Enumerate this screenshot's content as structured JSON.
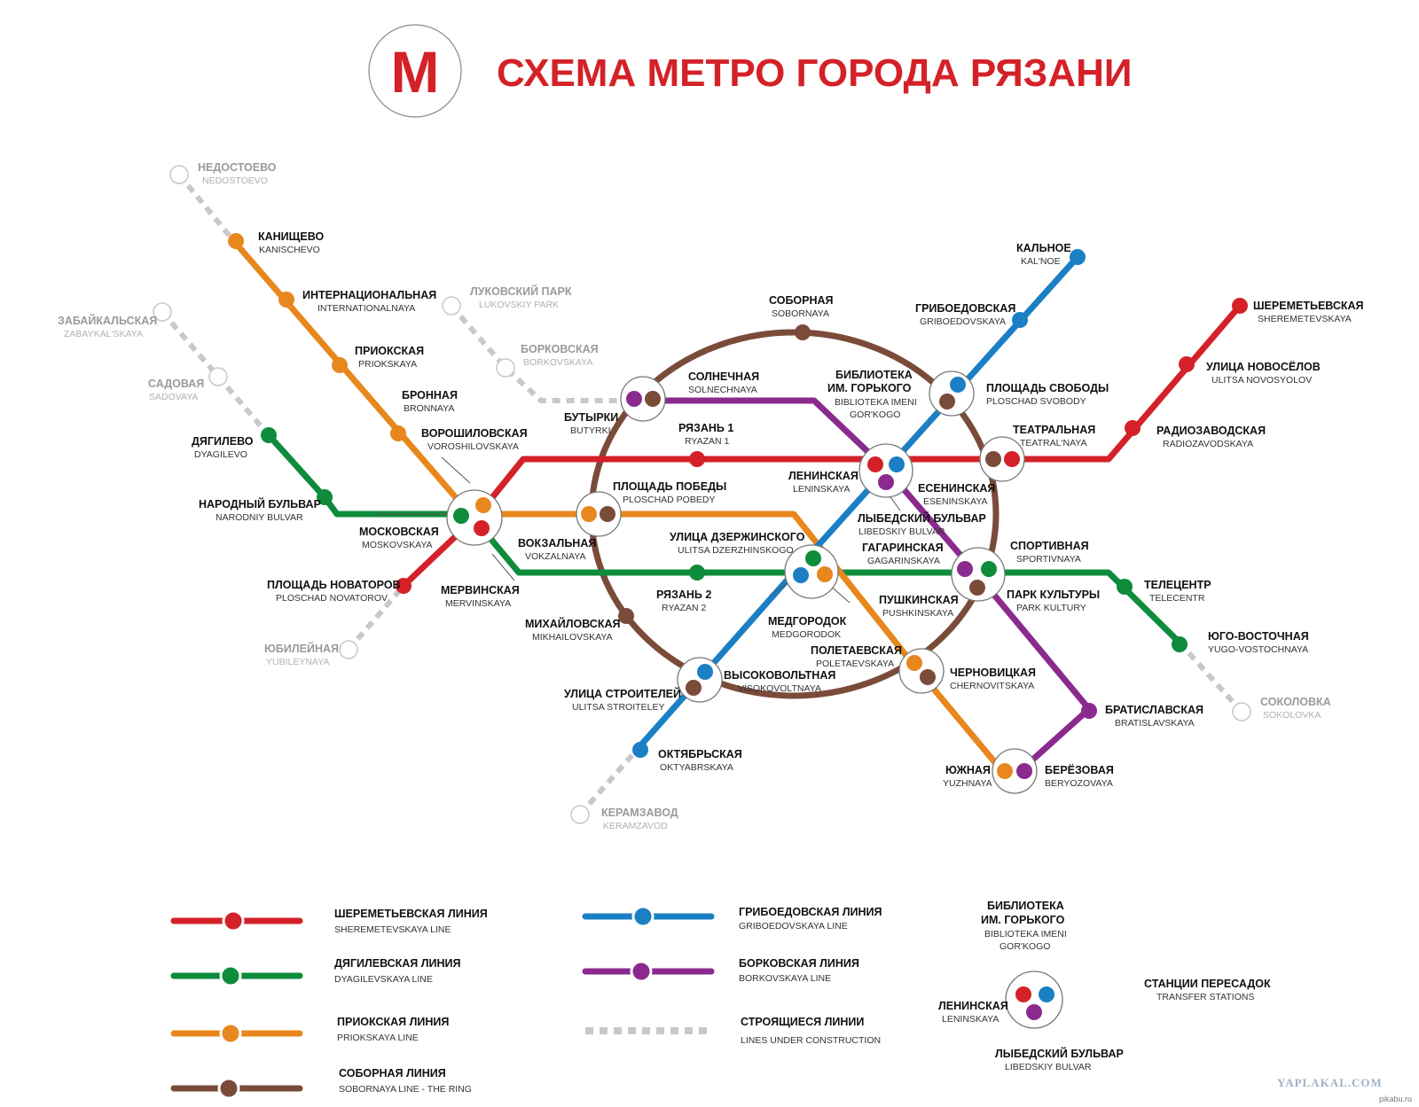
{
  "title": "СХЕМА МЕТРО ГОРОДА РЯЗАНИ",
  "logo_letter": "M",
  "colors": {
    "sheremetevskaya": "#d42128",
    "dyagilevskaya": "#0e8c3c",
    "priokskaya": "#e8871e",
    "soborna": "#7b4b3a",
    "griboedovskaya": "#1b7fc4",
    "borkovskaya": "#8a2a8e",
    "construction": "#c8c8c8"
  },
  "stations": {
    "nedostoevo": {
      "ru": "НЕДОСТОЕВО",
      "en": "NEDOSTOEVO"
    },
    "kanischevo": {
      "ru": "КАНИЩЕВО",
      "en": "KANISCHEVO"
    },
    "internatsionalnaya": {
      "ru": "ИНТЕРНАЦИОНАЛЬНАЯ",
      "en": "INTERNATIONALNAYA"
    },
    "priokskaya": {
      "ru": "ПРИОКСКАЯ",
      "en": "PRIOKSKAYA"
    },
    "bronnaya": {
      "ru": "БРОННАЯ",
      "en": "BRONNAYA"
    },
    "voroshilovskaya": {
      "ru": "ВОРОШИЛОВСКАЯ",
      "en": "VOROSHILOVSKAYA"
    },
    "zabaykalskaya": {
      "ru": "ЗАБАЙКАЛЬСКАЯ",
      "en": "ZABAYKAL'SKAYA"
    },
    "sadovaya": {
      "ru": "САДОВАЯ",
      "en": "SADOVAYA"
    },
    "dyagilevo": {
      "ru": "ДЯГИЛЕВО",
      "en": "DYAGILEVO"
    },
    "narodniy": {
      "ru": "НАРОДНЫЙ БУЛЬВАР",
      "en": "NARODNIY BULVAR"
    },
    "moskovskaya": {
      "ru": "МОСКОВСКАЯ",
      "en": "MOSKOVSKAYA"
    },
    "novatorov": {
      "ru": "ПЛОЩАДЬ НОВАТОРОВ",
      "en": "PLOSCHAD NOVATOROV"
    },
    "yubileynaya": {
      "ru": "ЮБИЛЕЙНАЯ",
      "en": "YUBILEYNAYA"
    },
    "mervinskaya": {
      "ru": "МЕРВИНСКАЯ",
      "en": "MERVINSKAYA"
    },
    "lukovskiy": {
      "ru": "ЛУКОВСКИЙ ПАРК",
      "en": "LUKOVSKIY PARK"
    },
    "borkovskaya": {
      "ru": "БОРКОВСКАЯ",
      "en": "BORKOVSKAYA"
    },
    "butyrki": {
      "ru": "БУТЫРКИ",
      "en": "BUTYRKI"
    },
    "solnechnaya": {
      "ru": "СОЛНЕЧНАЯ",
      "en": "SOLNECHNAYA"
    },
    "sobornaya": {
      "ru": "СОБОРНАЯ",
      "en": "SOBORNAYA"
    },
    "biblioteka_ru1": "БИБЛИОТЕКА",
    "biblioteka_ru2": "ИМ. ГОРЬКОГО",
    "biblioteka_en1": "BIBLIOTEKA IMENI",
    "biblioteka_en2": "GOR'KOGO",
    "ryazan1": {
      "ru": "РЯЗАНЬ 1",
      "en": "RYAZAN 1"
    },
    "ploschad_pobedy": {
      "ru": "ПЛОЩАДЬ ПОБЕДЫ",
      "en": "PLOSCHAD POBEDY"
    },
    "vokzalnaya": {
      "ru": "ВОКЗАЛЬНАЯ",
      "en": "VOKZALNAYA"
    },
    "leninskaya": {
      "ru": "ЛЕНИНСКАЯ",
      "en": "LENINSKAYA"
    },
    "eseninskaya": {
      "ru": "ЕСЕНИНСКАЯ",
      "en": "ESENINSKAYA"
    },
    "libedskiy": {
      "ru": "ЛЫБЕДСКИЙ БУЛЬВАР",
      "en": "LIBEDSKIY BULVAR"
    },
    "dzerzhinskogo": {
      "ru": "УЛИЦА ДЗЕРЖИНСКОГО",
      "en": "ULITSA DZERZHINSKOGO"
    },
    "gagarinskaya": {
      "ru": "ГАГАРИНСКАЯ",
      "en": "GAGARINSKAYA"
    },
    "sportivnaya": {
      "ru": "СПОРТИВНАЯ",
      "en": "SPORTIVNAYA"
    },
    "ryazan2": {
      "ru": "РЯЗАНЬ 2",
      "en": "RYAZAN 2"
    },
    "medgorodok": {
      "ru": "МЕДГОРОДОК",
      "en": "MEDGORODOK"
    },
    "pushkinskaya": {
      "ru": "ПУШКИНСКАЯ",
      "en": "PUSHKINSKAYA"
    },
    "park_kultury": {
      "ru": "ПАРК КУЛЬТУРЫ",
      "en": "PARK KULTURY"
    },
    "mikhaylovskaya": {
      "ru": "МИХАЙЛОВСКАЯ",
      "en": "MIKHAILOVSKAYA"
    },
    "poletaevskaya": {
      "ru": "ПОЛЕТАЕВСКАЯ",
      "en": "POLETAEVSKAYA"
    },
    "visokovoltnaya": {
      "ru": "ВЫСОКОВОЛЬТНАЯ",
      "en": "VISOKOVOLTNAYA"
    },
    "stroiteley": {
      "ru": "УЛИЦА СТРОИТЕЛЕЙ",
      "en": "ULITSA STROITELEY"
    },
    "chernovitskaya": {
      "ru": "ЧЕРНОВИЦКАЯ",
      "en": "CHERNOVITSKAYA"
    },
    "oktyabrskaya": {
      "ru": "ОКТЯБРЬСКАЯ",
      "en": "OKTYABRSKAYA"
    },
    "keramzavod": {
      "ru": "КЕРАМЗАВОД",
      "en": "KERAMZAVOD"
    },
    "yuzhnaya": {
      "ru": "ЮЖНАЯ",
      "en": "YUZHNAYA"
    },
    "beryozovaya": {
      "ru": "БЕРЁЗОВАЯ",
      "en": "BERYOZOVAYA"
    },
    "bratislavskaya": {
      "ru": "БРАТИСЛАВСКАЯ",
      "en": "BRATISLAVSKAYA"
    },
    "kalnoe": {
      "ru": "КАЛЬНОЕ",
      "en": "KAL'NOE"
    },
    "griboedovskaya": {
      "ru": "ГРИБОЕДОВСКАЯ",
      "en": "GRIBOEDOVSKAYA"
    },
    "ploschad_svobody": {
      "ru": "ПЛОЩАДЬ СВОБОДЫ",
      "en": "PLOSCHAD SVOBODY"
    },
    "teatralnaya": {
      "ru": "ТЕАТРАЛЬНАЯ",
      "en": "TEATRAL'NAYA"
    },
    "sheremetevskaya": {
      "ru": "ШЕРЕМЕТЬЕВСКАЯ",
      "en": "SHEREMETEVSKAYA"
    },
    "novosyolov": {
      "ru": "УЛИЦА НОВОСЁЛОВ",
      "en": "ULITSA NOVOSYOLOV"
    },
    "radiozavodskaya": {
      "ru": "РАДИОЗАВОДСКАЯ",
      "en": "RADIOZAVODSKAYA"
    },
    "telecentr": {
      "ru": "ТЕЛЕЦЕНТР",
      "en": "TELECENTR"
    },
    "yugo_vostochnaya": {
      "ru": "ЮГО-ВОСТОЧНАЯ",
      "en": "YUGO-VOSTOCHNAYA"
    },
    "sokolovka": {
      "ru": "СОКОЛОВКА",
      "en": "SOKOLOVKA"
    }
  },
  "legend": {
    "sheremetevskaya": {
      "ru": "ШЕРЕМЕТЬЕВСКАЯ ЛИНИЯ",
      "en": "SHEREMETEVSKAYA LINE"
    },
    "dyagilevskaya": {
      "ru": "ДЯГИЛЕВСКАЯ ЛИНИЯ",
      "en": "DYAGILEVSKAYA LINE"
    },
    "priokskaya": {
      "ru": "ПРИОКСКАЯ ЛИНИЯ",
      "en": "PRIOKSKAYA LINE"
    },
    "soborna": {
      "ru": "СОБОРНАЯ ЛИНИЯ",
      "en": "SOBORNAYA LINE - THE RING"
    },
    "griboedovskaya": {
      "ru": "ГРИБОЕДОВСКАЯ ЛИНИЯ",
      "en": "GRIBOEDOVSKAYA LINE"
    },
    "borkovskaya": {
      "ru": "БОРКОВСКАЯ ЛИНИЯ",
      "en": "BORKOVSKAYA LINE"
    },
    "construction": {
      "ru": "СТРОЯЩИЕСЯ ЛИНИИ",
      "en": "LINES UNDER CONSTRUCTION"
    },
    "transfer": {
      "ru": "СТАНЦИИ ПЕРЕСАДОК",
      "en": "TRANSFER STATIONS"
    },
    "ex_biblioteka_ru1": "БИБЛИОТЕКА",
    "ex_biblioteka_ru2": "ИМ. ГОРЬКОГО",
    "ex_biblioteka_en1": "BIBLIOTEKA IMENI",
    "ex_biblioteka_en2": "GOR'KOGO",
    "ex_leninskaya": {
      "ru": "ЛЕНИНСКАЯ",
      "en": "LENINSKAYA"
    },
    "ex_libedskiy": {
      "ru": "ЛЫБЕДСКИЙ БУЛЬВАР",
      "en": "LIBEDSKIY BULVAR"
    }
  },
  "watermark": "YAPLAKAL.COM",
  "watermark_small": "pikabu.ru"
}
